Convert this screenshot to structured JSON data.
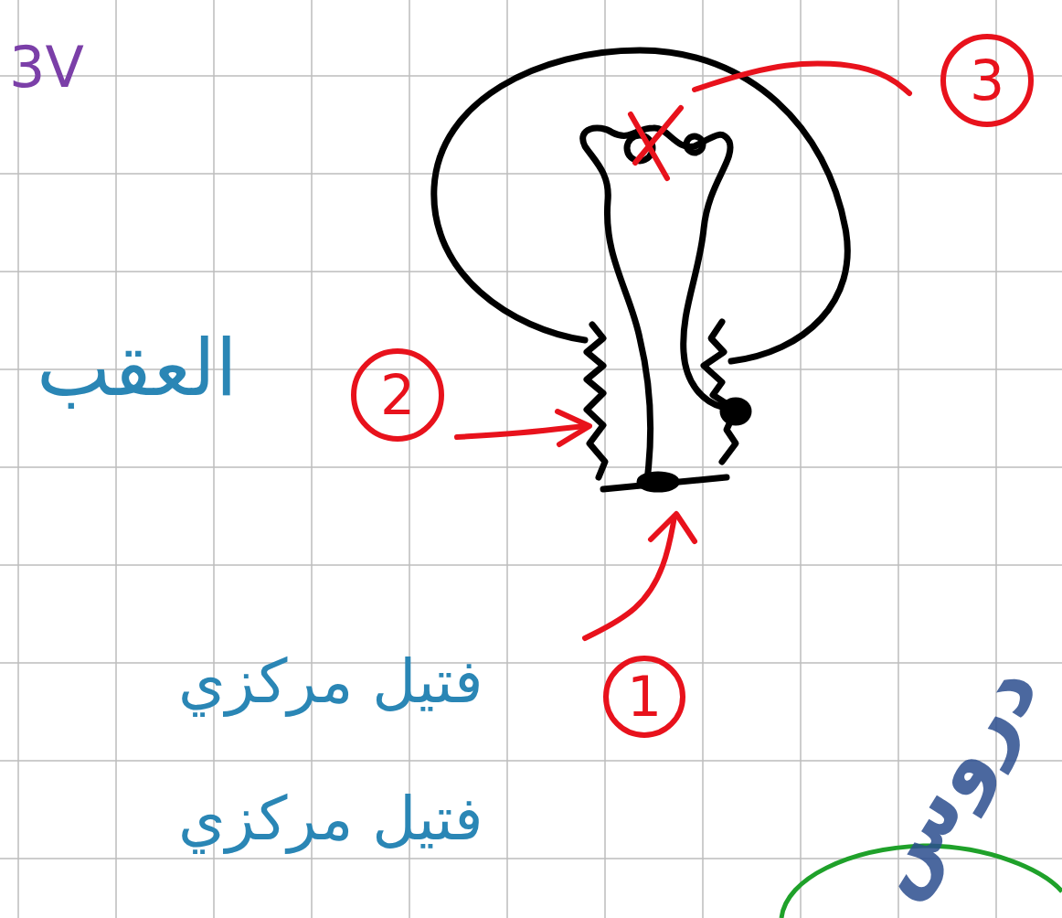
{
  "diagram": {
    "nodes": [
      {
        "text": [
          "3"
        ]
      },
      {
        "text": [
          "2"
        ]
      },
      {
        "text": [
          "1"
        ]
      }
    ],
    "labels": [
      "3V",
      "العقب",
      "فتيل مركزي",
      "فتيل مركزي",
      "دروس"
    ]
  }
}
